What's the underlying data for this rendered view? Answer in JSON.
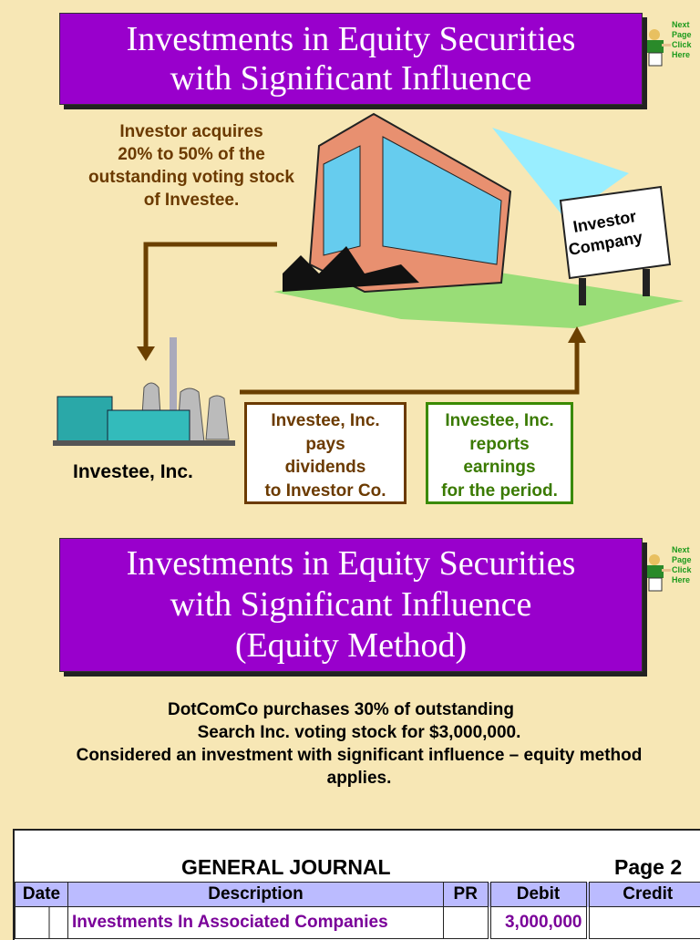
{
  "slide1": {
    "title_line1": "Investments in Equity Securities",
    "title_line2": "with Significant Influence",
    "next": [
      "Next",
      "Page",
      "Click",
      "Here"
    ],
    "acquire_text": [
      "Investor acquires",
      "20% to 50% of the",
      "outstanding voting stock",
      "of Investee."
    ],
    "sign": [
      "Investor",
      "Company"
    ],
    "investee_label": "Investee, Inc.",
    "dividend_box": [
      "Investee, Inc.",
      "pays",
      "dividends",
      "to Investor Co."
    ],
    "earnings_box": [
      "Investee, Inc.",
      "reports",
      "earnings",
      "for the period."
    ]
  },
  "slide2": {
    "title_line1": "Investments in Equity Securities",
    "title_line2": "with Significant Influence",
    "title_line3": "(Equity Method)",
    "next": [
      "Next",
      "Page",
      "Click",
      "Here"
    ],
    "body": [
      "DotComCo purchases 30% of outstanding",
      "Search Inc. voting stock for $3,000,000.",
      "Considered an investment with significant influence – equity method",
      "applies."
    ]
  },
  "journal": {
    "title": "GENERAL JOURNAL",
    "page": "Page 2",
    "headers": [
      "Date",
      "Description",
      "PR",
      "Debit",
      "Credit"
    ],
    "rows": [
      {
        "description": "Investments In Associated Companies",
        "debit": "3,000,000",
        "credit": ""
      }
    ]
  },
  "colors": {
    "banner": "#9900cc",
    "brown": "#6b3a00",
    "green": "#3a7a00",
    "header": "#bbbbff"
  }
}
